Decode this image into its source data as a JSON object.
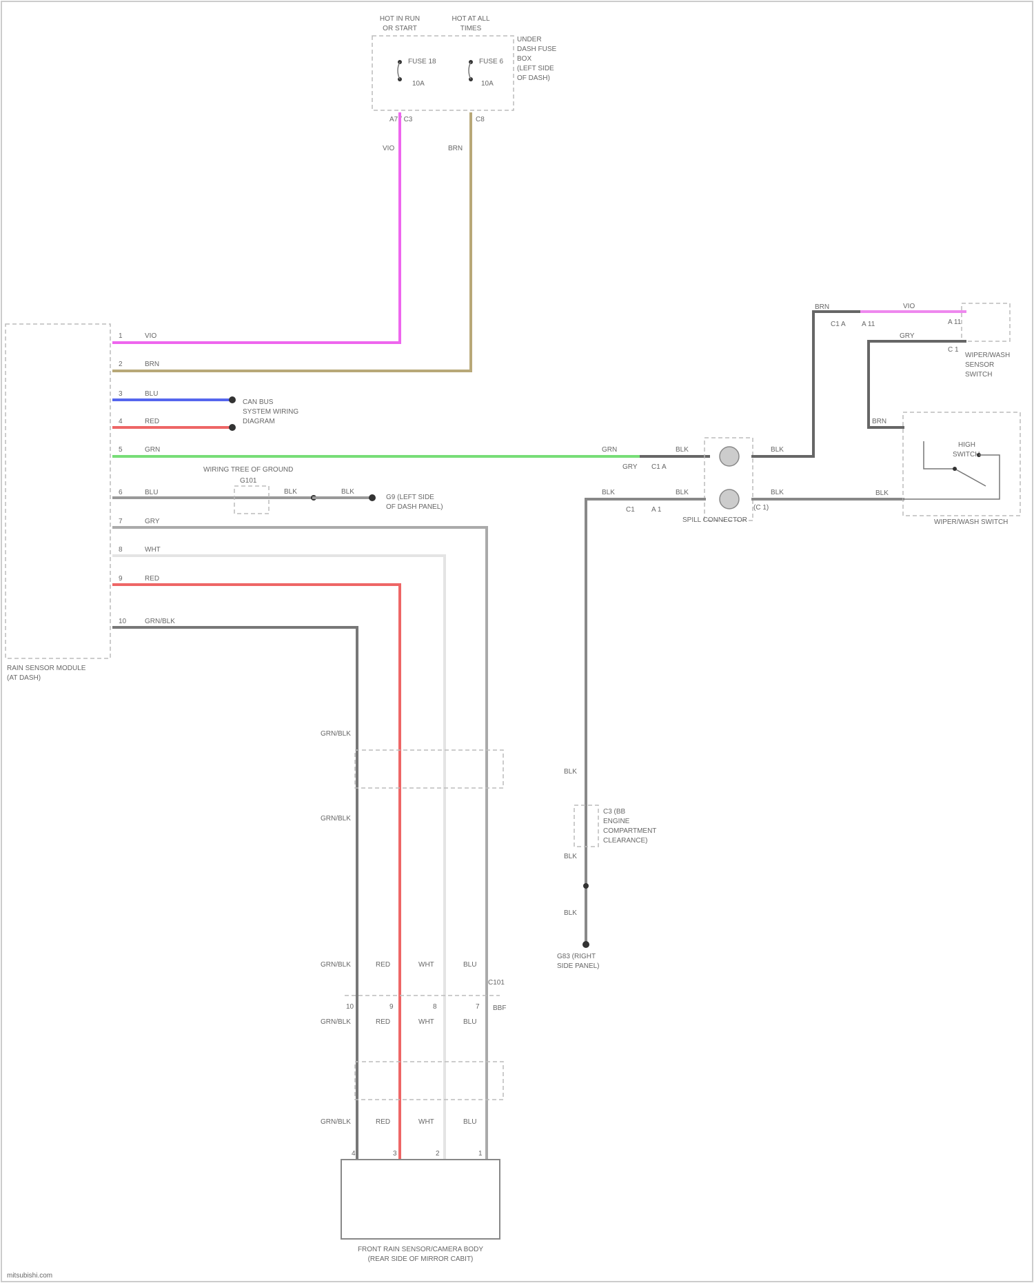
{
  "top_fuses": {
    "hot_left": [
      "HOT IN RUN",
      "OR START"
    ],
    "hot_right": [
      "HOT AT ALL",
      "TIMES"
    ],
    "fuse_left": "FUSE 18",
    "fuse_left_amp": "10A",
    "fuse_right": "FUSE 6",
    "fuse_right_amp": "10A",
    "box_caption": [
      "UNDER",
      "DASH FUSE",
      "BOX",
      "(LEFT SIDE",
      "OF DASH)"
    ],
    "pin_left": "A7 / C3",
    "pin_right": "C8",
    "wire_left": "VIO",
    "wire_right": "BRN"
  },
  "module": {
    "caption": [
      "RAIN SENSOR MODULE",
      "(AT DASH)"
    ],
    "pins": [
      {
        "num": "1",
        "wire": "VIO"
      },
      {
        "num": "2",
        "wire": "BRN"
      },
      {
        "num": "3",
        "wire": "BLU"
      },
      {
        "num": "4",
        "wire": "RED"
      },
      {
        "num": "5",
        "wire": "GRN"
      },
      {
        "num": "6",
        "wire": "BLU"
      },
      {
        "num": "7",
        "wire": "GRY"
      },
      {
        "num": "8",
        "wire": "WHT"
      },
      {
        "num": "9",
        "wire": "RED"
      },
      {
        "num": "10",
        "wire": "GRN/BLK"
      }
    ]
  },
  "can_label": [
    "CAN BUS",
    "SYSTEM WIRING",
    "DIAGRAM"
  ],
  "ground_connector": {
    "caption": "WIRING TREE OF GROUND",
    "pin_label": "G101",
    "wire_out": "BLK",
    "wire_out2": "BLK",
    "ground_label": [
      "G9 (LEFT SIDE",
      "OF DASH PANEL)"
    ]
  },
  "relay": {
    "wire_in": "GRN",
    "pin_a": "GRY",
    "pin_b": "C1 A",
    "left_bottom_wire": "BLK",
    "left_bottom_pin_a": "C1",
    "left_bottom_pin_b": "A 1",
    "right_top_wire": "BLK",
    "right_bottom_wire": "BLK",
    "out_top_wire": "BLK",
    "out_bottom_wire": "BLK",
    "caption": "SPILL CONNECTOR",
    "caption2": "(C 1)"
  },
  "upper_right": {
    "wire_top": "BRN",
    "pin_top_a": "C1 A",
    "pin_top_b": "A 11",
    "wire_vio": "VIO",
    "pin_vio": "A 11",
    "wire_gry": "GRY",
    "pin_gry": "C 1",
    "caption": [
      "WIPER/WASH",
      "SENSOR",
      "SWITCH"
    ],
    "bridge_wire": "BRN"
  },
  "wiper_switch": {
    "wire_in": "BRN",
    "inner_label": [
      "HIGH",
      "SWITCH"
    ],
    "caption": "WIPER/WASH SWITCH",
    "wire_bottom": "BLK"
  },
  "ground_chain": {
    "wire_top": "BLK",
    "connector_label": [
      "C3 (BB",
      "ENGINE",
      "COMPARTMENT",
      "CLEARANCE)"
    ],
    "wire_mid": "BLK",
    "wire_low": "BLK",
    "ground_label": [
      "G83 (RIGHT",
      "SIDE PANEL)"
    ]
  },
  "bottom_harness": {
    "w1": "GRN/BLK",
    "w2": "GRN/BLK",
    "row3": [
      "GRN/BLK",
      "RED",
      "WHT",
      "BLU"
    ],
    "conn_pins": [
      "10",
      "9",
      "8",
      "7"
    ],
    "conn_label": "C101",
    "conn_side": "BBF",
    "row4": [
      "GRN/BLK",
      "RED",
      "WHT",
      "BLU"
    ],
    "row5": [
      "GRN/BLK",
      "RED",
      "WHT",
      "BLU"
    ],
    "bottom_pins": [
      "4",
      "3",
      "2",
      "1"
    ]
  },
  "bottom_module": {
    "caption": [
      "FRONT RAIN SENSOR/CAMERA BODY",
      "(REAR SIDE OF MIRROR CABIT)"
    ]
  },
  "footer": "mitsubishi.com"
}
